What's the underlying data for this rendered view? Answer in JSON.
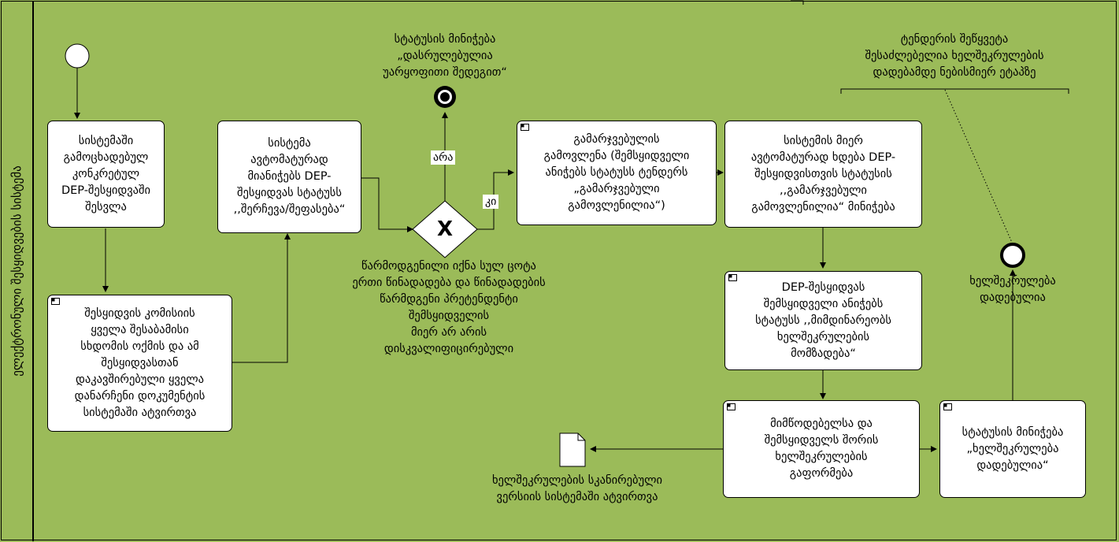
{
  "lane": {
    "label": "ელექტრონული შესყიდვების სისტემა"
  },
  "tasks": {
    "enter_procurement": "სისტემაში\nგამოცხადებულ\nკონკრეტულ\nDEP-შესყიდვაში\nშესვლა",
    "upload_protocol": "შესყიდვის კომისიის\nყველა შესაბამისი\nსხდომის ოქმის და ამ\nშესყიდვასთან\nდაკავშირებული ყველა\nდანარჩენი დოკუმენტის\nსისტემაში ატვირთვა",
    "assign_selection_status": "სისტემა\nავტომატურად\nმიანიჭებს DEP-\nშესყიდვას სტატუსს\n,,შერჩევა/შეფასება“",
    "identify_winner": "გამარჯვებულის\nგამოვლენა (შემსყიდველი\nანიჭებს სტატუსს ტენდერს\n„გამარჯვებული\nგამოვლენილია“)",
    "auto_winner_status": "სისტემის მიერ\nავტომატურად ხდება DEP-\nშესყიდვისთვის სტატუსის\n,,გამარჯვებული\nგამოვლენილია“ მინიჭება",
    "contract_prep_status": "DEP-შესყიდვას\nშემსყიდველი ანიჭებს\nსტატუსს ,,მიმდინარეობს\nხელშეკრულების\nმომზადება“",
    "contract_signing": "მიმწოდებელსა და\nშემსყიდველს შორის\nხელშეკრულების\nგაფორმება",
    "contract_signed_status": "სტატუსის მინიჭება\n„ხელშეკრულება\nდადებულია“"
  },
  "gateway": {
    "condition_text": "წარმოდგენილი იქნა სულ ცოტა\nერთი წინადადება და წინადადების\nწარმდგენი პრეტენდენტი\nშემსყიდველის\nმიერ არ არის\nდისკვალიფიცირებული",
    "yes_label": "კი",
    "no_label": "არა"
  },
  "end_negative": {
    "label": "სტატუსის მინიჭება\n„დასრულებულია\nუარყოფითი შედეგით“"
  },
  "end_contract": {
    "label": "ხელშეკრულება\nდადებულია"
  },
  "annotation": {
    "text": "ტენდერის შეწყვეტა\nშესაძლებელია ხელშეკრულების\nდადებამდე ნებისმიერ ეტაპზე"
  },
  "data_object": {
    "label": "ხელშეკრულების სკანირებული\nვერსიის სისტემაში ატვირთვა"
  }
}
